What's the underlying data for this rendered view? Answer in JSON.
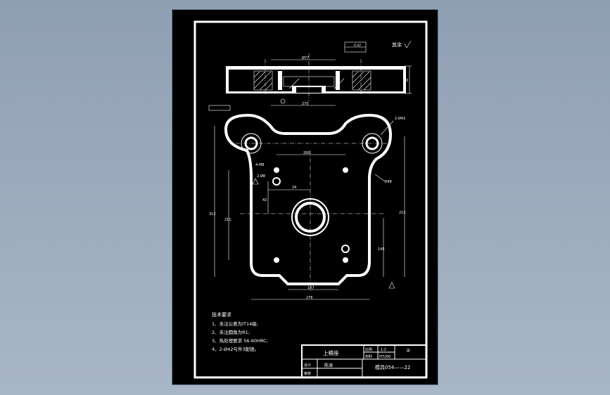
{
  "drawing": {
    "part_name": "上模座",
    "drawing_number": "模具054——22",
    "material_label": "材料",
    "material": "HT200",
    "scale_label": "比例",
    "scale": "1:2",
    "sheet_mark": "②",
    "design_label": "设计",
    "check_label": "审核",
    "approver": "陈涛",
    "roughness_note": "其余"
  },
  "tech_requirements": {
    "title": "技术要求",
    "items": [
      "1、未注公差为IT14级;",
      "2、未注圆角为R1;",
      "3、热处理要求 56-60HRC;",
      "4、2-Ø42与件3配锉。"
    ]
  },
  "dimensions": {
    "hole_dia": "Ø77",
    "height": "30",
    "width_top": "270",
    "width_bottom": "276",
    "slot": "187",
    "span_v": "312",
    "span_v2": "211",
    "right_v": "212",
    "lower_v": "145",
    "pin_holes": "2-Ø42",
    "tap_holes": "4-M8",
    "pin_small": "2-Ø8",
    "radius": "R48",
    "offset": "24",
    "offset2": "42",
    "center_dist": "260",
    "tol": "0.02"
  }
}
